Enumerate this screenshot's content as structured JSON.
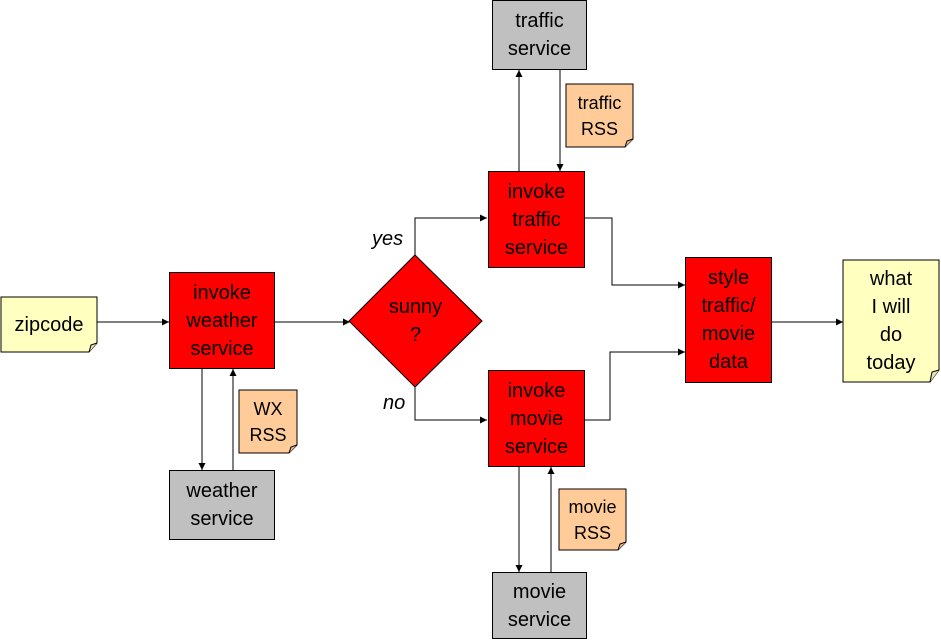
{
  "colors": {
    "process": "#ff0000",
    "service": "#c0c0c0",
    "document": "#ffffc0",
    "feed": "#ffcc99",
    "line": "#000000"
  },
  "nodes": {
    "zipcode": {
      "lines": [
        "zipcode"
      ]
    },
    "invoke_weather": {
      "lines": [
        "invoke",
        "weather",
        "service"
      ]
    },
    "weather_service": {
      "lines": [
        "weather",
        "service"
      ]
    },
    "wx_rss": {
      "lines": [
        "WX",
        "RSS"
      ]
    },
    "sunny": {
      "lines": [
        "sunny",
        "?"
      ]
    },
    "invoke_traffic": {
      "lines": [
        "invoke",
        "traffic",
        "service"
      ]
    },
    "traffic_service": {
      "lines": [
        "traffic",
        "service"
      ]
    },
    "traffic_rss": {
      "lines": [
        "traffic",
        "RSS"
      ]
    },
    "invoke_movie": {
      "lines": [
        "invoke",
        "movie",
        "service"
      ]
    },
    "movie_service": {
      "lines": [
        "movie",
        "service"
      ]
    },
    "movie_rss": {
      "lines": [
        "movie",
        "RSS"
      ]
    },
    "style_data": {
      "lines": [
        "style",
        "traffic/",
        "movie",
        "data"
      ]
    },
    "output": {
      "lines": [
        "what",
        "I will",
        "do",
        "today"
      ]
    }
  },
  "edges": {
    "yes_label": "yes",
    "no_label": "no"
  }
}
